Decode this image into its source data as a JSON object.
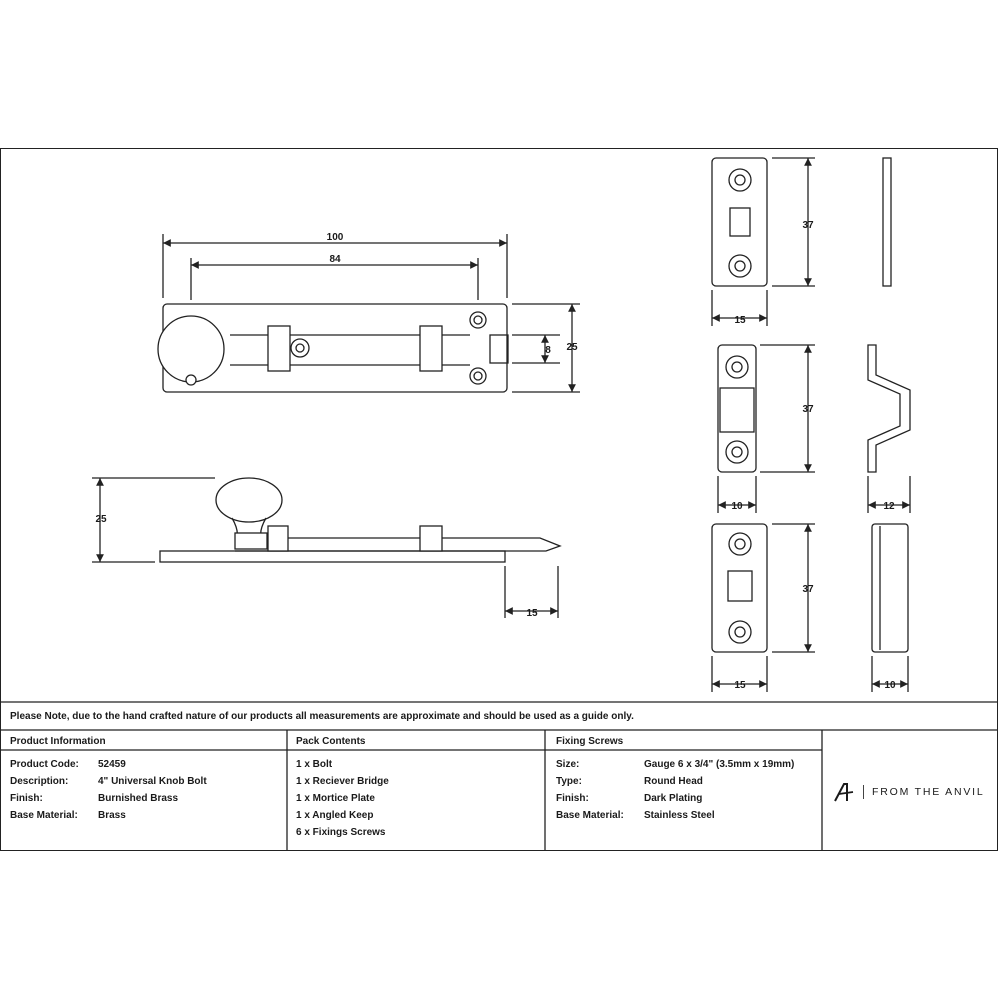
{
  "dimensions": {
    "bolt_length": "100",
    "bolt_hole_span": "84",
    "bolt_rod": "8",
    "bolt_width": "25",
    "side_height": "25",
    "side_projection": "15",
    "plate_height_1": "37",
    "plate_width_1": "15",
    "plate_height_2": "37",
    "plate_width_2": "10",
    "keep_depth": "12",
    "plate_height_3": "37",
    "plate_width_3": "15",
    "keep3_depth": "10"
  },
  "note": "Please Note, due to the hand crafted nature of our products all measurements are approximate and should be used as a guide only.",
  "product": {
    "heading": "Product Information",
    "rows": [
      {
        "label": "Product Code:",
        "value": "52459"
      },
      {
        "label": "Description:",
        "value": "4\" Universal Knob Bolt"
      },
      {
        "label": "Finish:",
        "value": "Burnished Brass"
      },
      {
        "label": "Base Material:",
        "value": "Brass"
      }
    ]
  },
  "pack": {
    "heading": "Pack Contents",
    "items": [
      "1 x Bolt",
      "1 x Reciever Bridge",
      "1 x Mortice Plate",
      "1 x Angled Keep",
      "6 x Fixings Screws"
    ]
  },
  "screws": {
    "heading": "Fixing Screws",
    "rows": [
      {
        "label": "Size:",
        "value": "Gauge 6 x 3/4\" (3.5mm x 19mm)"
      },
      {
        "label": "Type:",
        "value": "Round Head"
      },
      {
        "label": "Finish:",
        "value": "Dark Plating"
      },
      {
        "label": "Base Material:",
        "value": "Stainless Steel"
      }
    ]
  },
  "brand": {
    "name": "FROM THE ANVIL",
    "icon": "anvil-logo-icon"
  }
}
